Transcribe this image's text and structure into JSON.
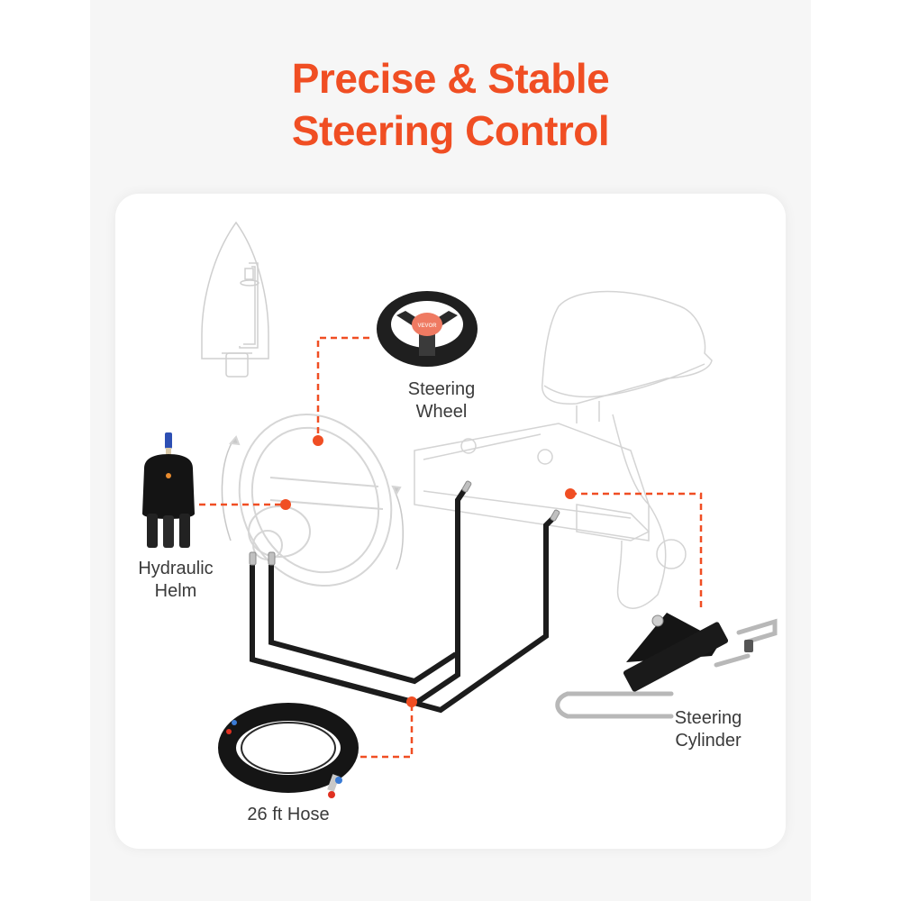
{
  "title": {
    "line1": "Precise & Stable",
    "line2": "Steering Control"
  },
  "colors": {
    "accent": "#f04e23",
    "panel_bg": "#f6f6f6",
    "card_bg": "#ffffff",
    "hose": "#1c1c1c",
    "sketch": "#d0d0d0",
    "label_text": "#3a3a3a"
  },
  "components": [
    {
      "id": "steering-wheel",
      "line1": "Steering",
      "line2": "Wheel"
    },
    {
      "id": "hydraulic-helm",
      "line1": "Hydraulic",
      "line2": "Helm"
    },
    {
      "id": "steering-cylinder",
      "line1": "Steering",
      "line2": "Cylinder"
    },
    {
      "id": "hose",
      "line1": "26 ft Hose"
    }
  ],
  "brand_badge": "VEVOR"
}
